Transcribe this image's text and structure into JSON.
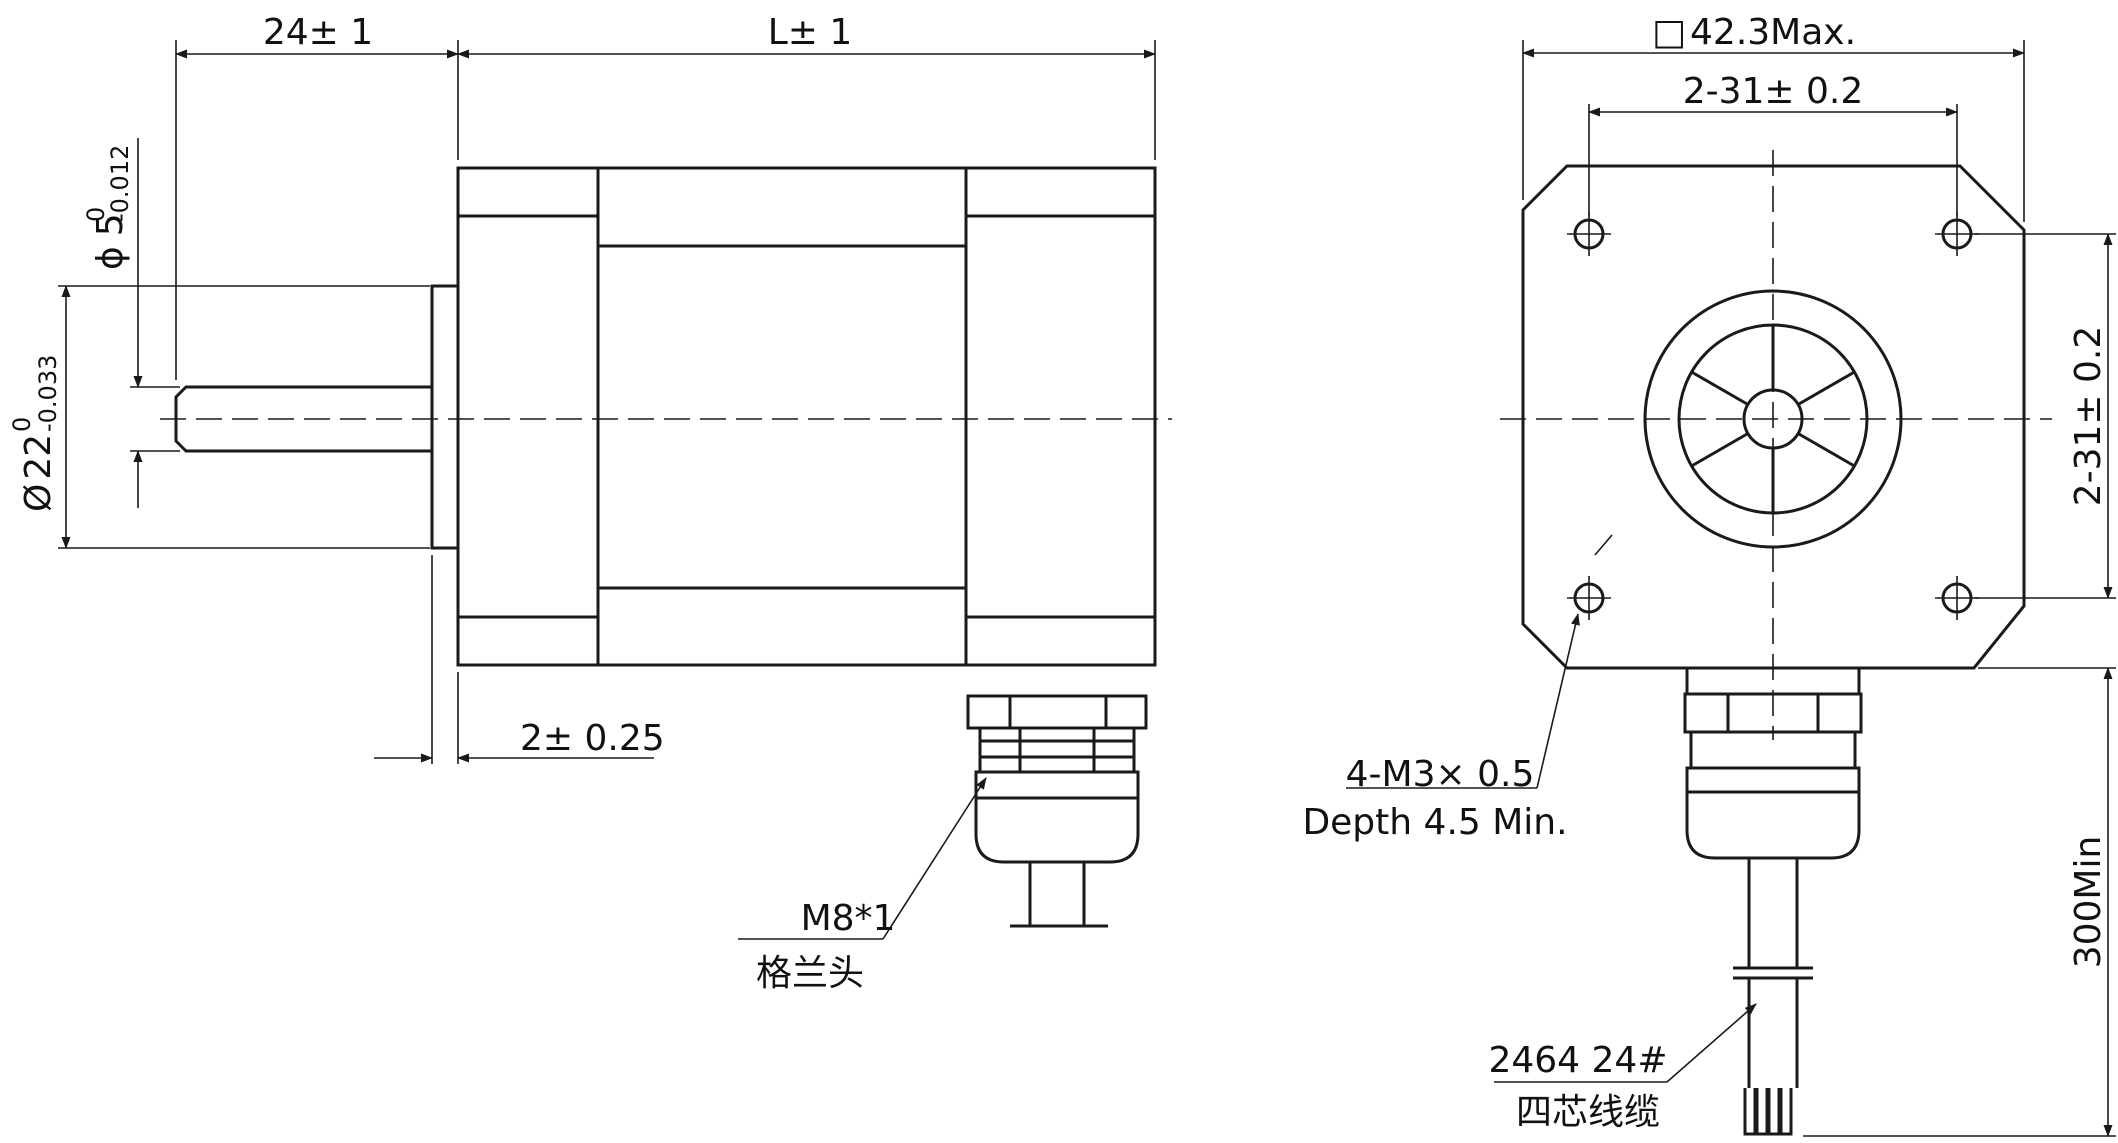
{
  "dims": {
    "shaft_length": "24± 1",
    "body_length": "L± 1",
    "boss_height": "2± 0.25",
    "shaft_dia_symbol": "ϕ",
    "shaft_dia_value": "5",
    "shaft_dia_tol_upper": "0",
    "shaft_dia_tol_lower": "-0.012",
    "boss_dia_symbol": "Ø",
    "boss_dia_value": "22",
    "boss_dia_tol_upper": "0",
    "boss_dia_tol_lower": "-0.033",
    "square_symbol": "□",
    "square_size": "42.3Max.",
    "hole_spacing_h": "2-31± 0.2",
    "hole_spacing_v": "2-31± 0.2",
    "cable_length": "300Min"
  },
  "callouts": {
    "connector_spec": "M8*1",
    "connector_name": "格兰头",
    "thread_spec": "4-M3× 0.5",
    "thread_depth": "Depth 4.5 Min.",
    "cable_spec": "2464 24#",
    "cable_name": "四芯线缆"
  }
}
